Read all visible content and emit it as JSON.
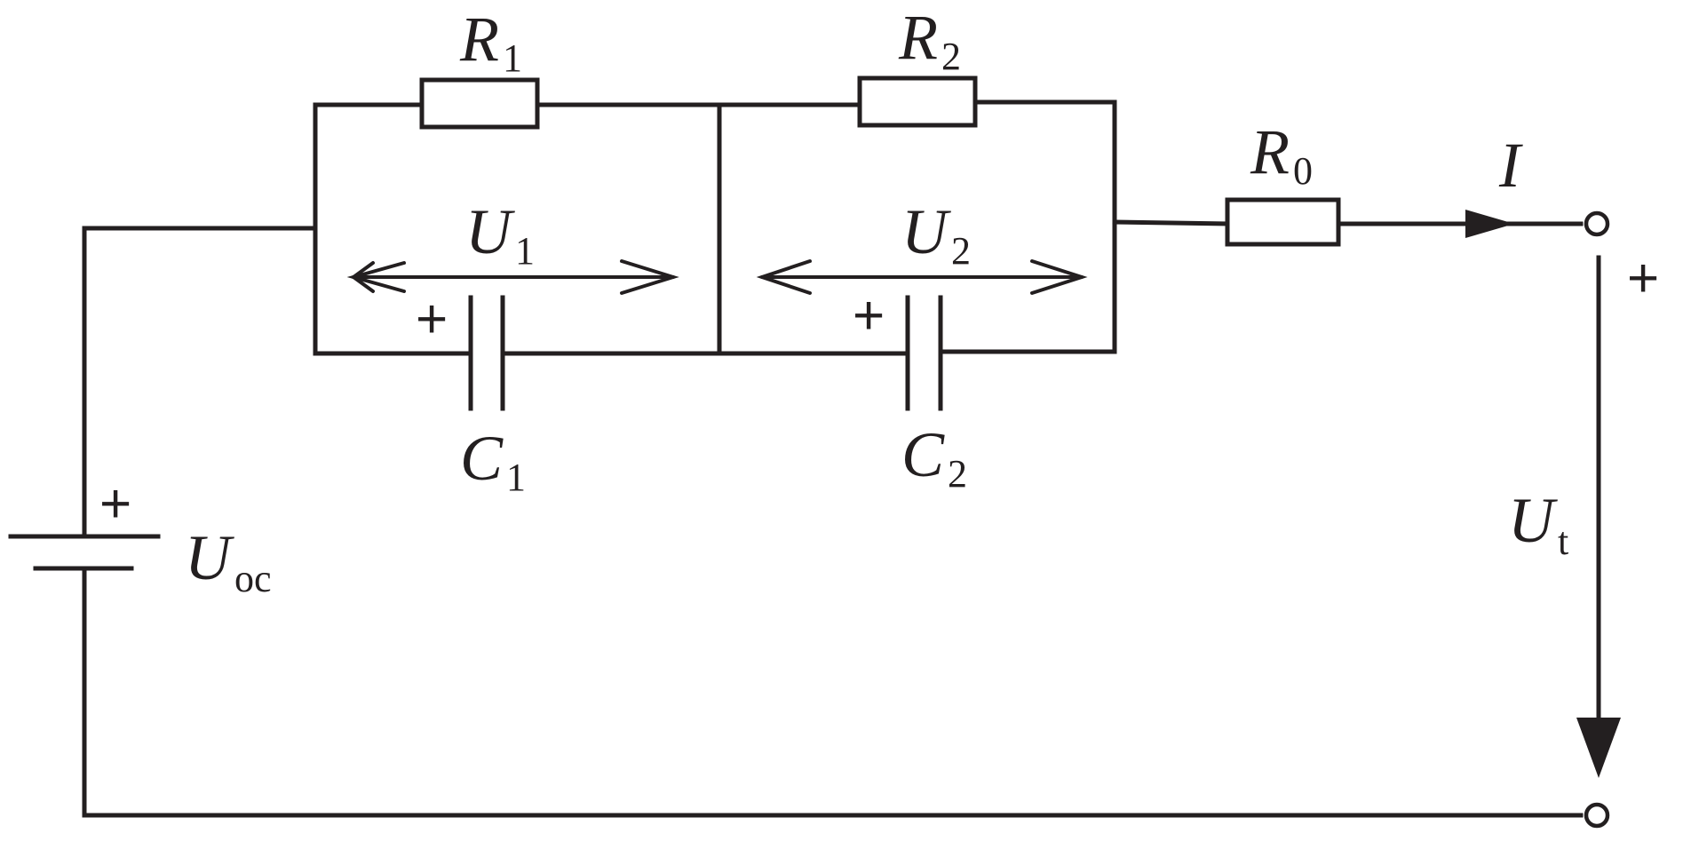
{
  "labels": {
    "R1": {
      "main": "R",
      "sub": "1"
    },
    "R2": {
      "main": "R",
      "sub": "2"
    },
    "R0": {
      "main": "R",
      "sub": "0"
    },
    "U1": {
      "main": "U",
      "sub": "1"
    },
    "U2": {
      "main": "U",
      "sub": "2"
    },
    "C1": {
      "main": "C",
      "sub": "1"
    },
    "C2": {
      "main": "C",
      "sub": "2"
    },
    "Uoc": {
      "main": "U",
      "sub": "oc"
    },
    "Ut": {
      "main": "U",
      "sub": "t"
    },
    "I": "I"
  },
  "signs": {
    "c1_plus": "+",
    "c2_plus": "+",
    "battery_plus": "+",
    "output_plus": "+"
  }
}
